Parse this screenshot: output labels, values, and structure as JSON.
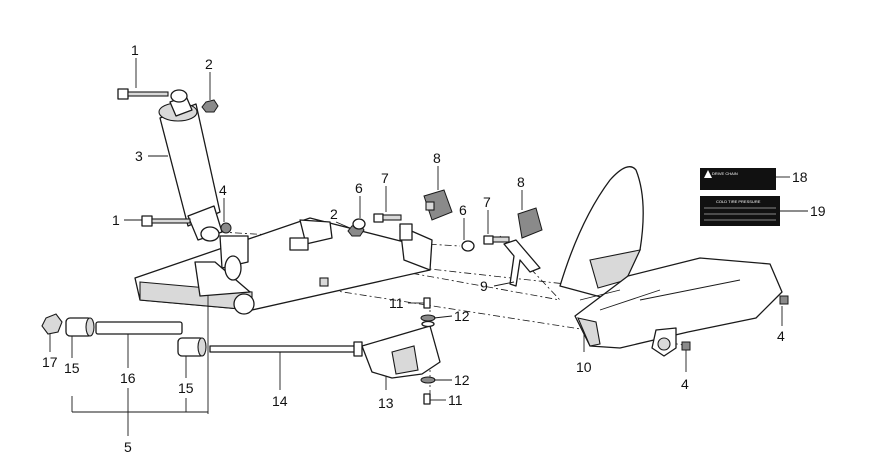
{
  "diagram": {
    "callouts": [
      {
        "id": "c1-top",
        "text": "1"
      },
      {
        "id": "c2-top",
        "text": "2"
      },
      {
        "id": "c3",
        "text": "3"
      },
      {
        "id": "c4-left",
        "text": "4"
      },
      {
        "id": "c1-mid",
        "text": "1"
      },
      {
        "id": "c2-mid",
        "text": "2"
      },
      {
        "id": "c6-left",
        "text": "6"
      },
      {
        "id": "c7-left",
        "text": "7"
      },
      {
        "id": "c8-left",
        "text": "8"
      },
      {
        "id": "c6-right",
        "text": "6"
      },
      {
        "id": "c7-right",
        "text": "7"
      },
      {
        "id": "c8-right",
        "text": "8"
      },
      {
        "id": "c9",
        "text": "9"
      },
      {
        "id": "c10",
        "text": "10"
      },
      {
        "id": "c11-top",
        "text": "11"
      },
      {
        "id": "c12-top",
        "text": "12"
      },
      {
        "id": "c12-bottom",
        "text": "12"
      },
      {
        "id": "c11-bottom",
        "text": "11"
      },
      {
        "id": "c13",
        "text": "13"
      },
      {
        "id": "c14",
        "text": "14"
      },
      {
        "id": "c15-left",
        "text": "15"
      },
      {
        "id": "c16",
        "text": "16"
      },
      {
        "id": "c15-right",
        "text": "15"
      },
      {
        "id": "c17",
        "text": "17"
      },
      {
        "id": "c5",
        "text": "5"
      },
      {
        "id": "c4-right",
        "text": "4"
      },
      {
        "id": "c4-bottom",
        "text": "4"
      },
      {
        "id": "c18",
        "text": "18"
      },
      {
        "id": "c19",
        "text": "19"
      }
    ],
    "labels": {
      "drive_chain_title": "DRIVE CHAIN",
      "tire_pressure_title": "COLD TIRE PRESSURE"
    }
  }
}
